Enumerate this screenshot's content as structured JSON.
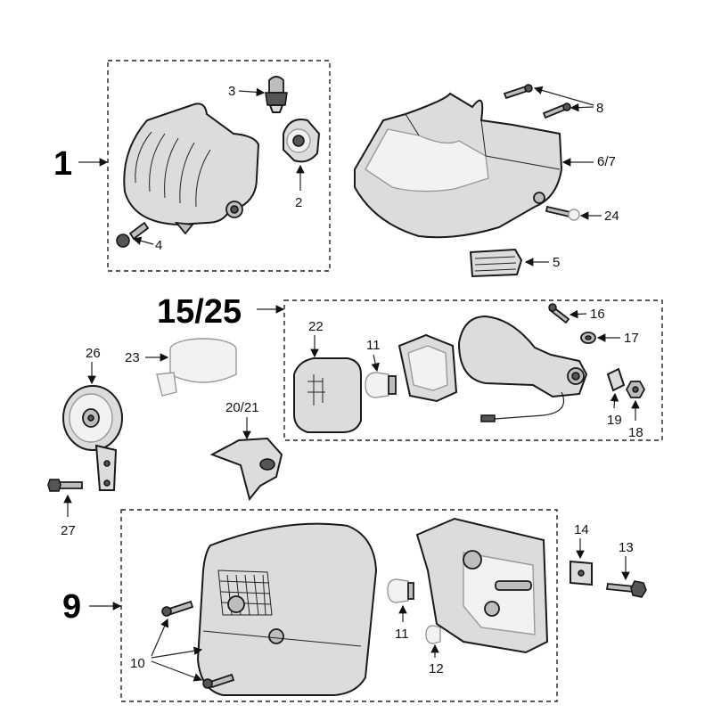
{
  "groups": {
    "g1": "1",
    "g15_25": "15/25",
    "g9": "9"
  },
  "labels": {
    "p2": "2",
    "p3": "3",
    "p4": "4",
    "p5": "5",
    "p6_7": "6/7",
    "p8": "8",
    "p10": "10",
    "p11a": "11",
    "p11b": "11",
    "p12": "12",
    "p13": "13",
    "p14": "14",
    "p16": "16",
    "p17": "17",
    "p18": "18",
    "p19": "19",
    "p20_21": "20/21",
    "p22": "22",
    "p23": "23",
    "p24": "24",
    "p26": "26",
    "p27": "27"
  }
}
